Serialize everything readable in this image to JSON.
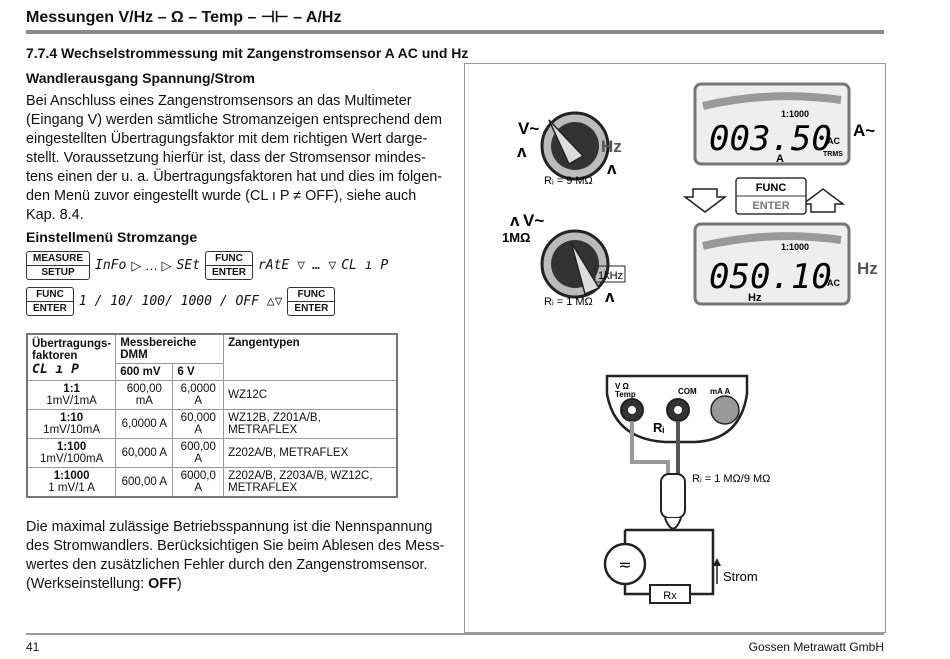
{
  "header": {
    "title": "Messungen V/Hz – Ω – Temp – ⊣⊢ – A/Hz"
  },
  "section": {
    "title": "7.7.4  Wechselstrommessung mit Zangenstromsensor A AC und Hz"
  },
  "subsection": {
    "title": "Wandlerausgang Spannung/Strom"
  },
  "body_text": "Bei Anschluss eines Zangenstromsensors an das Multimeter (Eingang V) werden sämtliche Stromanzeigen entsprechend dem eingestellten Übertragungsfaktor mit dem richtigen Wert darge-stellt. Voraussetzung hierfür ist, dass der Stromsensor mindes-tens einen der u. a. Übertragungsfaktoren hat und dies im folgen-den Menü zuvor eingestellt wurde (CL ı P ≠ OFF), siehe auch Kap. 8.4.",
  "menu": {
    "title": "Einstellmenü Stromzange",
    "measure_key": [
      "MEASURE",
      "SETUP"
    ],
    "func_key": [
      "FUNC",
      "ENTER"
    ],
    "info": "InFo",
    "arrow_right": "▷ … ▷",
    "set": "SEt",
    "rate": "rAtE ▽ … ▽",
    "clip": "CL ı P",
    "factors": "1 / 10/ 100/ 1000 / OFF △▽"
  },
  "table": {
    "header": {
      "col1_line1": "Übertragungs-",
      "col1_line2": "faktoren",
      "col1_line3": "CL ı P",
      "ranges": "Messbereiche DMM",
      "r1": "600 mV",
      "r2": "6 V",
      "types": "Zangentypen"
    },
    "rows": [
      {
        "factor": "1:1",
        "ratio": "1mV/1mA",
        "v1": "600,00 mA",
        "v2": "6,0000 A",
        "types": "WZ12C"
      },
      {
        "factor": "1:10",
        "ratio": "1mV/10mA",
        "v1": "6,0000 A",
        "v2": "60,000 A",
        "types": "WZ12B, Z201A/B, METRAFLEX"
      },
      {
        "factor": "1:100",
        "ratio": "1mV/100mA",
        "v1": "60,000 A",
        "v2": "600,00 A",
        "types": "Z202A/B, METRAFLEX"
      },
      {
        "factor": "1:1000",
        "ratio": "1 mV/1 A",
        "v1": "600,00 A",
        "v2": "6000,0 A",
        "types": "Z202A/B, Z203A/B, WZ12C, METRAFLEX"
      }
    ]
  },
  "after_text": "Die maximal zulässige Betriebsspannung ist die Nennspannung des Stromwandlers. Berücksichtigen Sie beim Ablesen des Mess-wertes den zusätzlichen Fehler durch den Zangenstromsensor.",
  "werks": {
    "label": "(Werkseinstellung: ",
    "value": "OFF",
    "close": ")"
  },
  "figure": {
    "switch1": {
      "v": "V~",
      "hz": "Hz",
      "ri": "Rᵢ = 9 MΩ"
    },
    "switch2": {
      "v": "V~",
      "mohm": "1MΩ",
      "khz": "1kHz",
      "ri": "Rᵢ = 1 MΩ"
    },
    "display1": {
      "value": "003.50",
      "unit": "A",
      "ratio": "1:1000",
      "ac": "AC",
      "trms": "TRMS",
      "side": "A~"
    },
    "display2": {
      "value": "050.10",
      "unit": "Hz",
      "ratio": "1:1000",
      "ac": "AC",
      "side": "Hz"
    },
    "func_key": [
      "FUNC",
      "ENTER"
    ],
    "jacks": {
      "left": "V Ω",
      "left2": "Temp",
      "com": "COM",
      "a": "mA A",
      "ri": "Rᵢ"
    },
    "ri_label": "Rᵢ = 1 MΩ/9 MΩ",
    "strom": "Strom",
    "rx": "Rx"
  },
  "footer": {
    "page": "41",
    "company": "Gossen Metrawatt GmbH"
  }
}
